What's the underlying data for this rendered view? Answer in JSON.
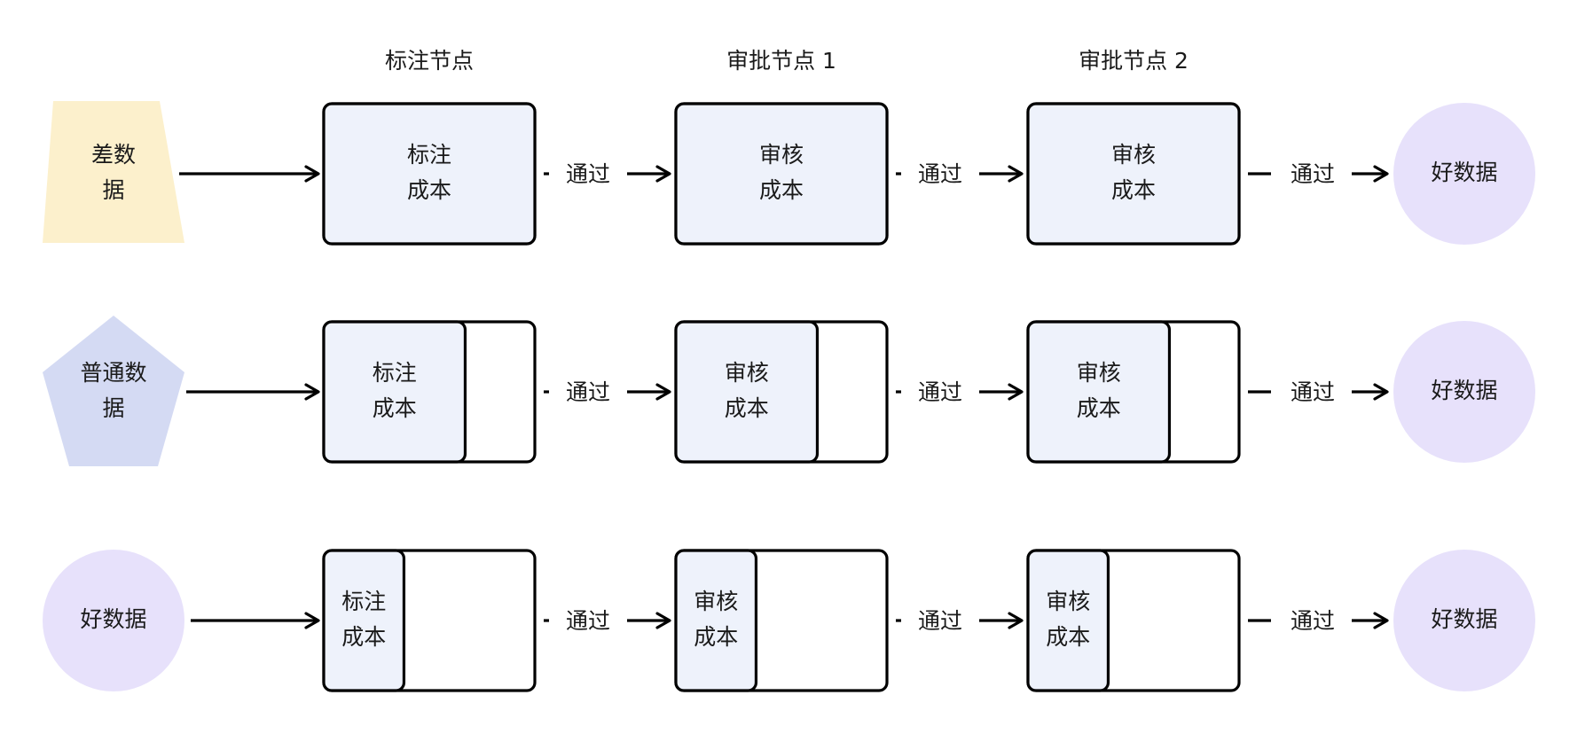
{
  "colors": {
    "stroke": "#000000",
    "cost_fill": "#eef2fb",
    "box_fill": "#ffffff",
    "bad_data": "#fcf0cc",
    "normal_data": "#d4daf3",
    "good_data": "#e7e1fb"
  },
  "headers": [
    "标注节点",
    "审批节点 1",
    "审批节点 2"
  ],
  "pass_label": "通过",
  "rows": [
    {
      "input": {
        "label_lines": [
          "差数",
          "据"
        ],
        "shape": "trapezoid",
        "color": "bad_data"
      },
      "cost_fraction": 1.0,
      "stages": [
        {
          "label_lines": [
            "标注",
            "成本"
          ]
        },
        {
          "label_lines": [
            "审核",
            "成本"
          ]
        },
        {
          "label_lines": [
            "审核",
            "成本"
          ]
        }
      ],
      "output": {
        "label": "好数据"
      }
    },
    {
      "input": {
        "label_lines": [
          "普通数",
          "据"
        ],
        "shape": "pentagon",
        "color": "normal_data"
      },
      "cost_fraction": 0.67,
      "stages": [
        {
          "label_lines": [
            "标注",
            "成本"
          ]
        },
        {
          "label_lines": [
            "审核",
            "成本"
          ]
        },
        {
          "label_lines": [
            "审核",
            "成本"
          ]
        }
      ],
      "output": {
        "label": "好数据"
      }
    },
    {
      "input": {
        "label_lines": [
          "好数据"
        ],
        "shape": "circle",
        "color": "good_data"
      },
      "cost_fraction": 0.38,
      "stages": [
        {
          "label_lines": [
            "标注",
            "成本"
          ]
        },
        {
          "label_lines": [
            "审核",
            "成本"
          ]
        },
        {
          "label_lines": [
            "审核",
            "成本"
          ]
        }
      ],
      "output": {
        "label": "好数据"
      }
    }
  ]
}
